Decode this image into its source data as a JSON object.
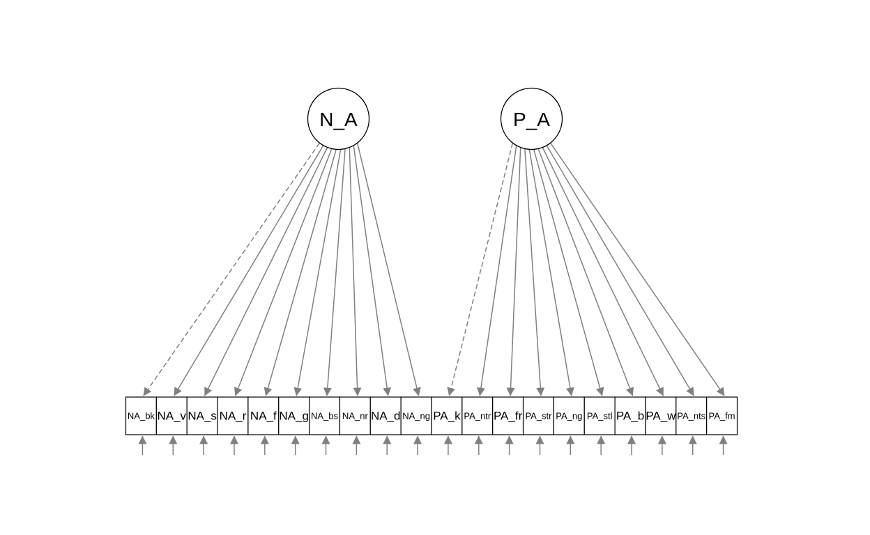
{
  "diagram": {
    "type": "sem-path-diagram",
    "edge_color": "#808080",
    "latents": [
      {
        "id": "N_A",
        "label": "N_A"
      },
      {
        "id": "P_A",
        "label": "P_A"
      }
    ],
    "manifests": [
      {
        "label": "NA_bk",
        "factor": "N_A",
        "size": "small"
      },
      {
        "label": "NA_v",
        "factor": "N_A",
        "size": "large"
      },
      {
        "label": "NA_s",
        "factor": "N_A",
        "size": "large"
      },
      {
        "label": "NA_r",
        "factor": "N_A",
        "size": "large"
      },
      {
        "label": "NA_f",
        "factor": "N_A",
        "size": "large"
      },
      {
        "label": "NA_g",
        "factor": "N_A",
        "size": "large"
      },
      {
        "label": "NA_bs",
        "factor": "N_A",
        "size": "small"
      },
      {
        "label": "NA_nr",
        "factor": "N_A",
        "size": "small"
      },
      {
        "label": "NA_d",
        "factor": "N_A",
        "size": "large"
      },
      {
        "label": "NA_ng",
        "factor": "N_A",
        "size": "small"
      },
      {
        "label": "PA_k",
        "factor": "P_A",
        "size": "large"
      },
      {
        "label": "PA_ntr",
        "factor": "P_A",
        "size": "small"
      },
      {
        "label": "PA_fr",
        "factor": "P_A",
        "size": "large"
      },
      {
        "label": "PA_str",
        "factor": "P_A",
        "size": "small"
      },
      {
        "label": "PA_ng",
        "factor": "P_A",
        "size": "small"
      },
      {
        "label": "PA_stl",
        "factor": "P_A",
        "size": "small"
      },
      {
        "label": "PA_b",
        "factor": "P_A",
        "size": "large"
      },
      {
        "label": "PA_w",
        "factor": "P_A",
        "size": "large"
      },
      {
        "label": "PA_nts",
        "factor": "P_A",
        "size": "small"
      },
      {
        "label": "PA_fm",
        "factor": "P_A",
        "size": "small"
      }
    ],
    "fixed_loadings": [
      "NA_bk",
      "PA_k"
    ]
  }
}
